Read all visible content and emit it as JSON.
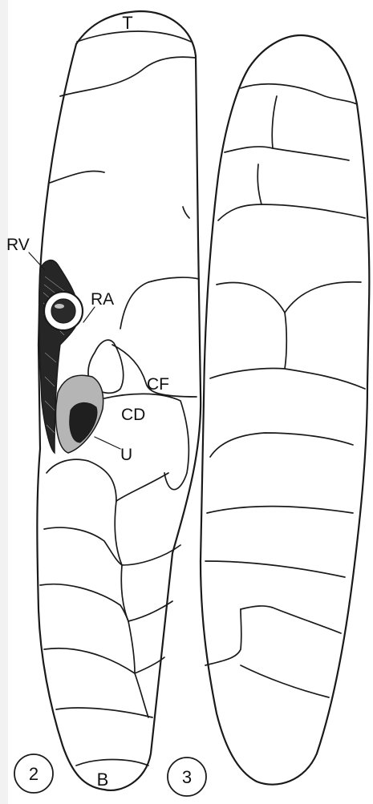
{
  "figure": {
    "panel_left": {
      "number": "2",
      "labels": {
        "top": "T",
        "bottom": "B",
        "rv": "RV",
        "ra": "RA",
        "cf": "CF",
        "cd": "CD",
        "u": "U"
      }
    },
    "panel_right": {
      "number": "3"
    },
    "colors": {
      "ink": "#1a1a1a",
      "paper": "#ffffff",
      "margin": "#f2f2f2"
    }
  }
}
